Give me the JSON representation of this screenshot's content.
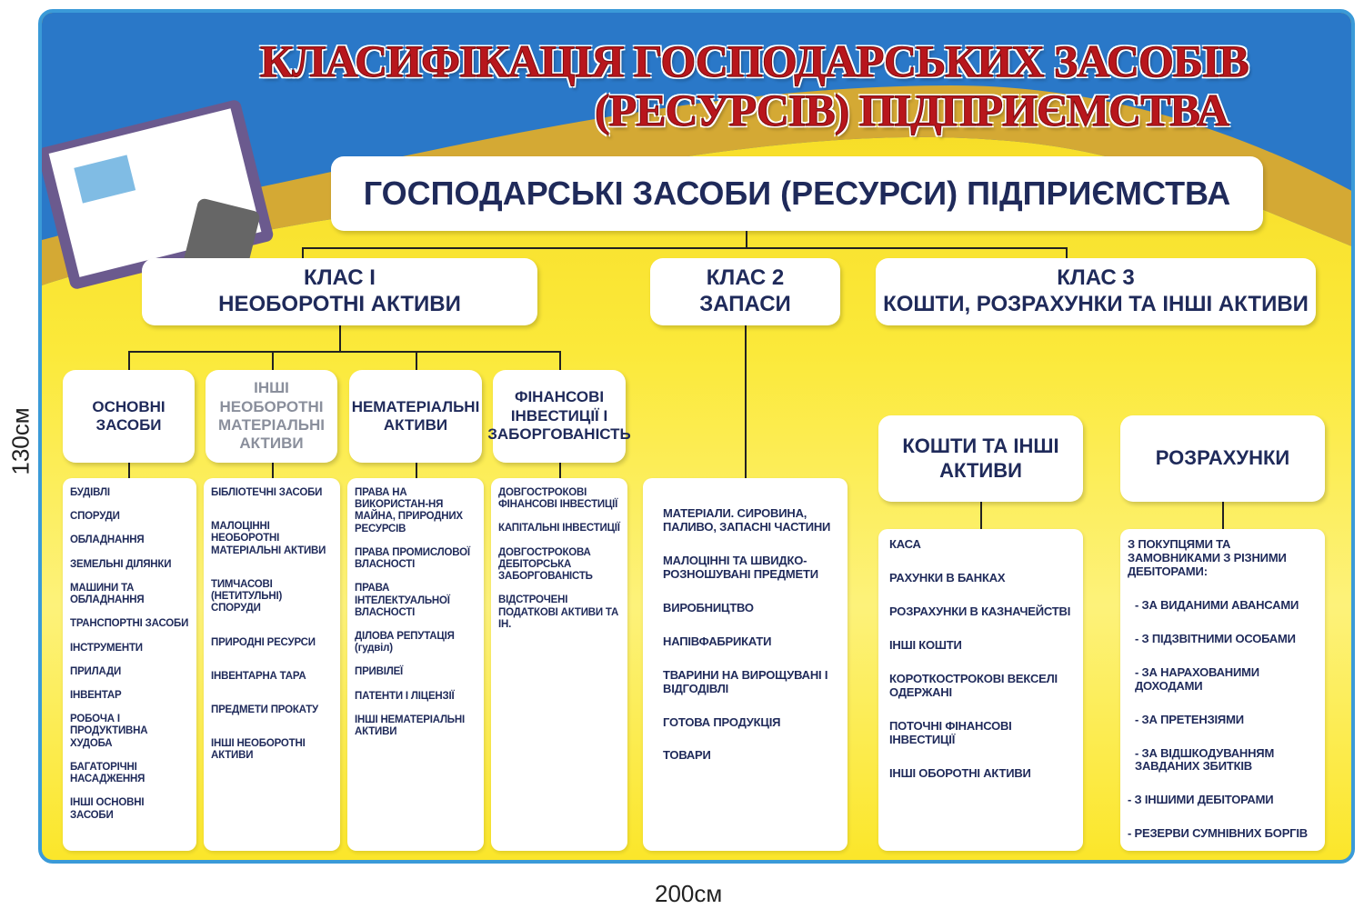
{
  "title": {
    "line1": "КЛАСИФІКАЦІЯ ГОСПОДАРСЬКИХ ЗАСОБІВ",
    "line2": "(РЕСУРСІВ) ПІДПРИЄМСТВА"
  },
  "root": "ГОСПОДАРСЬКІ ЗАСОБИ (РЕСУРСИ) ПІДПРИЄМСТВА",
  "classes": [
    {
      "line1": "КЛАС І",
      "line2": "НЕОБОРОТНІ АКТИВИ"
    },
    {
      "line1": "КЛАС 2",
      "line2": "ЗАПАСИ"
    },
    {
      "line1": "КЛАС 3",
      "line2": "КОШТИ, РОЗРАХУНКИ ТА ІНШІ АКТИВИ"
    }
  ],
  "class1_groups": [
    {
      "title": "ОСНОВНІ ЗАСОБИ",
      "items": [
        "БУДІВЛІ",
        "СПОРУДИ",
        "ОБЛАДНАННЯ",
        "ЗЕМЕЛЬНІ ДІЛЯНКИ",
        "МАШИНИ ТА ОБЛАДНАННЯ",
        "ТРАНСПОРТНІ ЗАСОБИ",
        "ІНСТРУМЕНТИ",
        "ПРИЛАДИ",
        "ІНВЕНТАР",
        "РОБОЧА І ПРОДУКТИВНА ХУДОБА",
        "БАГАТОРІЧНІ НАСАДЖЕННЯ",
        "ІНШІ ОСНОВНІ ЗАСОБИ"
      ]
    },
    {
      "title": "ІНШІ НЕОБОРОТНІ МАТЕРІАЛЬНІ АКТИВИ",
      "items": [
        "БІБЛІОТЕЧНІ ЗАСОБИ",
        "МАЛОЦІННІ НЕОБОРОТНІ МАТЕРІАЛЬНІ АКТИВИ",
        "ТИМЧАСОВІ (НЕТИТУЛЬНІ) СПОРУДИ",
        "ПРИРОДНІ РЕСУРСИ",
        "ІНВЕНТАРНА ТАРА",
        "ПРЕДМЕТИ ПРОКАТУ",
        "ІНШІ НЕОБОРОТНІ АКТИВИ"
      ]
    },
    {
      "title": "НЕМАТЕРІАЛЬНІ АКТИВИ",
      "items": [
        "ПРАВА НА ВИКОРИСТАН-НЯ МАЙНА, ПРИРОДНИХ РЕСУРСІВ",
        "ПРАВА ПРОМИСЛОВОЇ ВЛАСНОСТІ",
        "ПРАВА ІНТЕЛЕКТУАЛЬНОЇ ВЛАСНОСТІ",
        "ДІЛОВА РЕПУТАЦІЯ (гудвіл)",
        "ПРИВІЛЕЇ",
        "ПАТЕНТИ І ЛІЦЕНЗІЇ",
        "ІНШІ НЕМАТЕРІАЛЬНІ АКТИВИ"
      ]
    },
    {
      "title": "ФІНАНСОВІ ІНВЕСТИЦІЇ І ЗАБОРГОВАНІСТЬ",
      "items": [
        "ДОВГОСТРОКОВІ ФІНАНСОВІ ІНВЕСТИЦІЇ",
        "КАПІТАЛЬНІ ІНВЕСТИЦІЇ",
        "ДОВГОСТРОКОВА ДЕБІТОРСЬКА ЗАБОРГОВАНІСТЬ",
        "ВІДСТРОЧЕНІ ПОДАТКОВІ АКТИВИ ТА ІН."
      ]
    }
  ],
  "class2_items": [
    "МАТЕРІАЛИ. СИРОВИНА, ПАЛИВО, ЗАПАСНІ ЧАСТИНИ",
    "МАЛОЦІННІ ТА ШВИДКО-РОЗНОШУВАНІ ПРЕДМЕТИ",
    "ВИРОБНИЦТВО",
    "НАПІВФАБРИКАТИ",
    "ТВАРИНИ НА ВИРОЩУВАНІ І ВІДГОДІВЛІ",
    "ГОТОВА ПРОДУКЦІЯ",
    "ТОВАРИ"
  ],
  "class3_groups": [
    {
      "title": "КОШТИ ТА ІНШІ АКТИВИ",
      "items": [
        "КАСА",
        "РАХУНКИ В БАНКАХ",
        "РОЗРАХУНКИ В КАЗНАЧЕЙСТВІ",
        "ІНШІ КОШТИ",
        "КОРОТКОСТРОКОВІ ВЕКСЕЛІ ОДЕРЖАНІ",
        "ПОТОЧНІ ФІНАНСОВІ ІНВЕСТИЦІЇ",
        "ІНШІ ОБОРОТНІ АКТИВИ"
      ]
    },
    {
      "title": "РОЗРАХУНКИ",
      "items": [
        "З ПОКУПЦЯМИ ТА ЗАМОВНИКАМИ З РІЗНИМИ ДЕБІТОРАМИ:",
        "- ЗА ВИДАНИМИ АВАНСАМИ",
        "- З ПІДЗВІТНИМИ ОСОБАМИ",
        "- ЗА НАРАХОВАНИМИ ДОХОДАМИ",
        "- ЗА ПРЕТЕНЗІЯМИ",
        "- ЗА ВІДШКОДУВАННЯМ ЗАВДАНИХ ЗБИТКІВ",
        "- З ІНШИМИ ДЕБІТОРАМИ",
        "- РЕЗЕРВИ СУМНІВНИХ БОРГІВ"
      ]
    }
  ],
  "dimensions": {
    "height": "130см",
    "width": "200см"
  },
  "colors": {
    "title_red": "#b8161c",
    "navy": "#1f2a5a",
    "yellow": "#fbe93a",
    "blue": "#2a78c8"
  }
}
